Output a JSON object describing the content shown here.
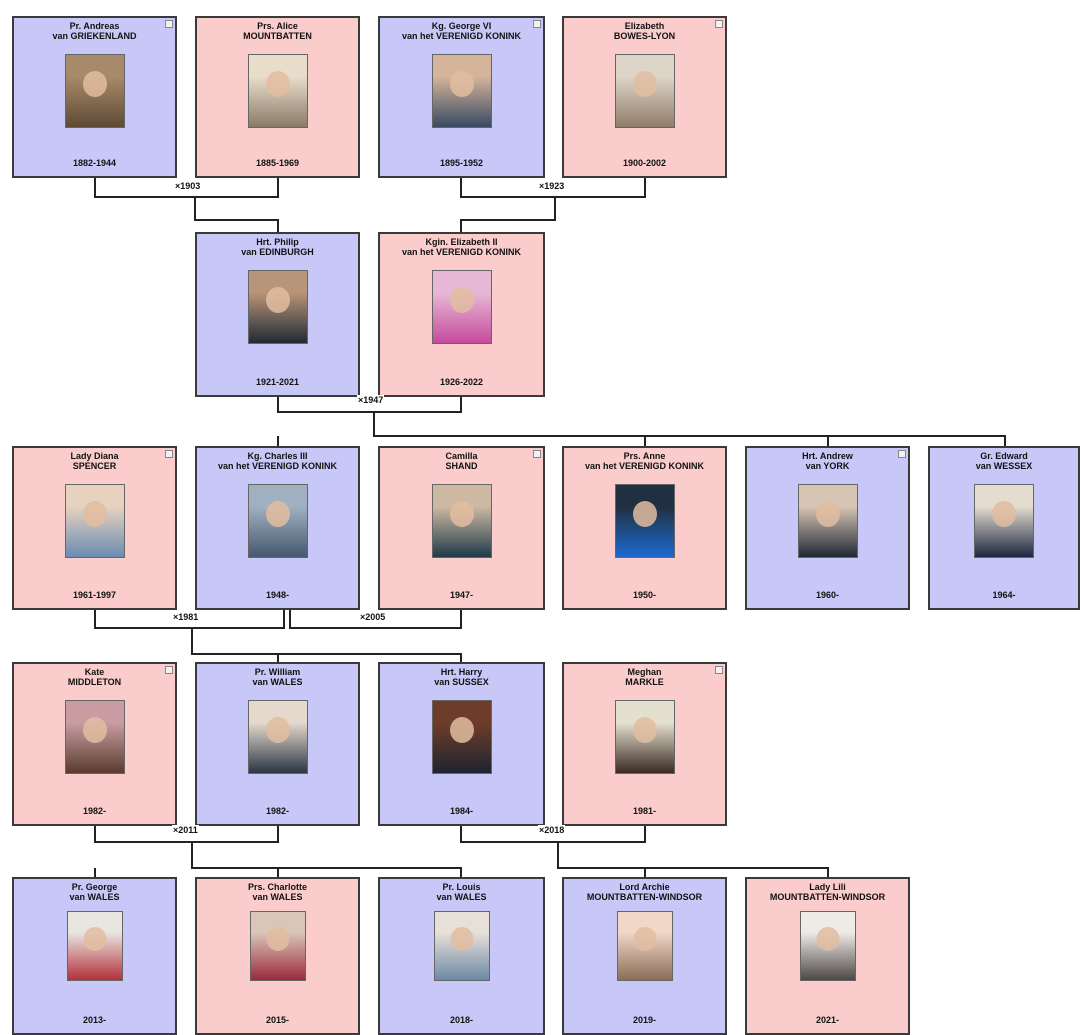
{
  "people": [
    {
      "id": "andreas",
      "name1": "Pr. Andreas",
      "name2": "van GRIEKENLAND",
      "years": "1882-1944",
      "sex": "m",
      "photo": [
        "#5f4a36",
        "#a78a6a"
      ]
    },
    {
      "id": "alice",
      "name1": "Prs. Alice",
      "name2": "MOUNTBATTEN",
      "years": "1885-1969",
      "sex": "f",
      "photo": [
        "#8a7b68",
        "#e8dccb"
      ]
    },
    {
      "id": "george6",
      "name1": "Kg. George VI",
      "name2": "van het VERENIGD KONINK",
      "years": "1895-1952",
      "sex": "m",
      "photo": [
        "#394a63",
        "#d4b49a"
      ]
    },
    {
      "id": "elizabethbl",
      "name1": "Elizabeth",
      "name2": "BOWES-LYON",
      "years": "1900-2002",
      "sex": "f",
      "photo": [
        "#8f7d6a",
        "#ddd5c8"
      ]
    },
    {
      "id": "philip",
      "name1": "Hrt. Philip",
      "name2": "van EDINBURGH",
      "years": "1921-2021",
      "sex": "m",
      "photo": [
        "#222a35",
        "#b89478"
      ]
    },
    {
      "id": "elizabeth2",
      "name1": "Kgin. Elizabeth II",
      "name2": "van het VERENIGD KONINK",
      "years": "1926-2022",
      "sex": "f",
      "photo": [
        "#c64a9e",
        "#e7b8d6"
      ]
    },
    {
      "id": "diana",
      "name1": "Lady Diana",
      "name2": "SPENCER",
      "years": "1961-1997",
      "sex": "f",
      "photo": [
        "#6b8cb2",
        "#e6d2bf"
      ]
    },
    {
      "id": "charles",
      "name1": "Kg. Charles III",
      "name2": "van het VERENIGD KONINK",
      "years": "1948-",
      "sex": "m",
      "photo": [
        "#45586f",
        "#a0b0c0"
      ]
    },
    {
      "id": "camilla",
      "name1": "Camilla",
      "name2": "SHAND",
      "years": "1947-",
      "sex": "f",
      "photo": [
        "#1f3b4a",
        "#cdb8a2"
      ]
    },
    {
      "id": "anne",
      "name1": "Prs. Anne",
      "name2": "van het VERENIGD KONINK",
      "years": "1950-",
      "sex": "f",
      "photo": [
        "#1d6ad0",
        "#203040"
      ]
    },
    {
      "id": "andrew",
      "name1": "Hrt. Andrew",
      "name2": "van YORK",
      "years": "1960-",
      "sex": "m",
      "photo": [
        "#202833",
        "#d6c4b5"
      ]
    },
    {
      "id": "edward",
      "name1": "Gr. Edward",
      "name2": "van WESSEX",
      "years": "1964-",
      "sex": "m",
      "photo": [
        "#1e2740",
        "#e3dccf"
      ]
    },
    {
      "id": "kate",
      "name1": "Kate",
      "name2": "MIDDLETON",
      "years": "1982-",
      "sex": "f",
      "photo": [
        "#5a3c2e",
        "#c89ca2"
      ]
    },
    {
      "id": "william",
      "name1": "Pr. William",
      "name2": "van WALES",
      "years": "1982-",
      "sex": "m",
      "photo": [
        "#2b3544",
        "#e4d9cc"
      ]
    },
    {
      "id": "harry",
      "name1": "Hrt. Harry",
      "name2": "van SUSSEX",
      "years": "1984-",
      "sex": "m",
      "photo": [
        "#1f2430",
        "#6e3d29"
      ]
    },
    {
      "id": "meghan",
      "name1": "Meghan",
      "name2": "MARKLE",
      "years": "1981-",
      "sex": "f",
      "photo": [
        "#3b2a22",
        "#e4e0cf"
      ]
    },
    {
      "id": "george",
      "name1": "Pr. George",
      "name2": "van WALES",
      "years": "2013-",
      "sex": "m",
      "photo": [
        "#b3313a",
        "#e9e6e2"
      ]
    },
    {
      "id": "charlotte",
      "name1": "Prs. Charlotte",
      "name2": "van WALES",
      "years": "2015-",
      "sex": "f",
      "photo": [
        "#9a2a3a",
        "#d9c6b8"
      ]
    },
    {
      "id": "louis",
      "name1": "Pr. Louis",
      "name2": "van WALES",
      "years": "2018-",
      "sex": "m",
      "photo": [
        "#6d8aa6",
        "#e7e0d8"
      ]
    },
    {
      "id": "archie",
      "name1": "Lord Archie",
      "name2": "MOUNTBATTEN-WINDSOR",
      "years": "2019-",
      "sex": "m",
      "photo": [
        "#8a6e59",
        "#f1d7c6"
      ]
    },
    {
      "id": "lili",
      "name1": "Lady Lili",
      "name2": "MOUNTBATTEN-WINDSOR",
      "years": "2021-",
      "sex": "f",
      "photo": [
        "#4d4846",
        "#eeeae6"
      ]
    }
  ],
  "marriages": [
    {
      "id": "m1903",
      "label": "×1903"
    },
    {
      "id": "m1923",
      "label": "×1923"
    },
    {
      "id": "m1947",
      "label": "×1947"
    },
    {
      "id": "m1981",
      "label": "×1981"
    },
    {
      "id": "m2005",
      "label": "×2005"
    },
    {
      "id": "m2011",
      "label": "×2011"
    },
    {
      "id": "m2018",
      "label": "×2018"
    }
  ]
}
